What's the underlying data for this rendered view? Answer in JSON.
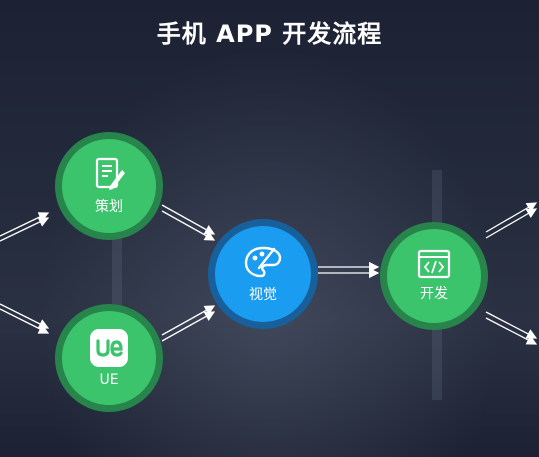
{
  "title": "手机 APP 开发流程",
  "nodes": {
    "planning": {
      "label": "策划",
      "icon": "document-edit-icon"
    },
    "ue": {
      "label": "UE",
      "icon": "ue-logo-icon"
    },
    "visual": {
      "label": "视觉",
      "icon": "palette-icon"
    },
    "develop": {
      "label": "开发",
      "icon": "code-window-icon"
    }
  },
  "colors": {
    "background": "#1f2638",
    "green_node": "#3cc46d",
    "green_ring": "#27854c",
    "blue_node": "#1a9cf0",
    "blue_ring": "#17609c",
    "arrow": "#ffffff"
  }
}
